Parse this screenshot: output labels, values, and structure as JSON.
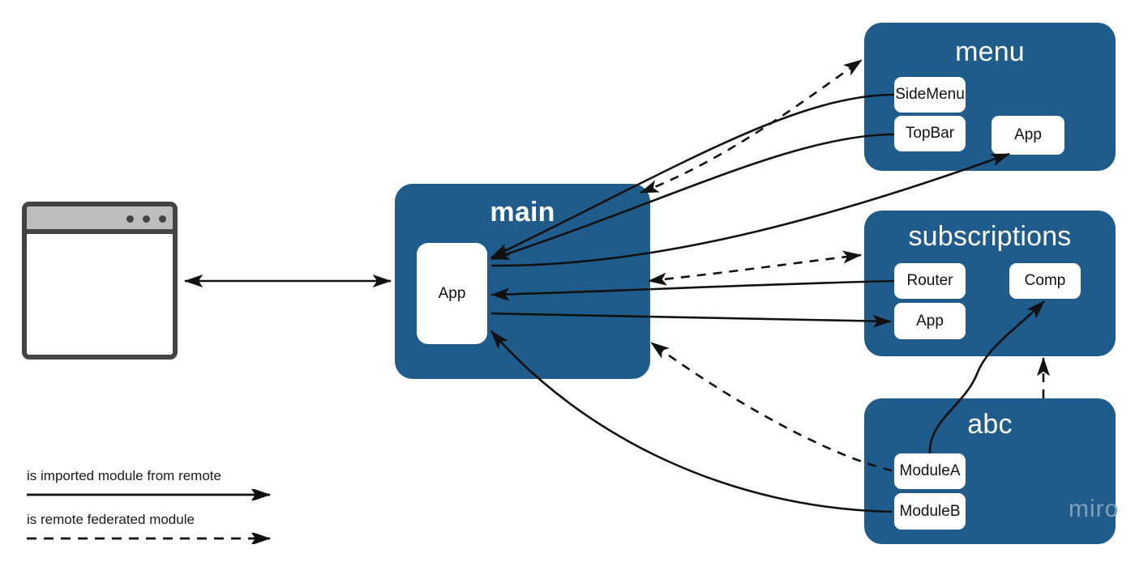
{
  "diagram": {
    "title_bold_module": "main",
    "colors": {
      "module_blue": "#1f5c8b",
      "leaf_white": "#ffffff",
      "edge_black": "#111111",
      "browser_frame": "#444444",
      "browser_titlebar": "#bdbdbd",
      "watermark": "#7f9fbb"
    }
  },
  "browser": {
    "name": "browser-window",
    "dots": [
      "dot-1",
      "dot-2",
      "dot-3"
    ]
  },
  "modules": [
    {
      "id": "main",
      "title": "main",
      "bold": true,
      "leaves": [
        {
          "id": "main-app",
          "label": "App"
        }
      ]
    },
    {
      "id": "menu",
      "title": "menu",
      "bold": false,
      "leaves": [
        {
          "id": "menu-sidemenu",
          "label": "SideMenu"
        },
        {
          "id": "menu-topbar",
          "label": "TopBar"
        },
        {
          "id": "menu-app",
          "label": "App"
        }
      ]
    },
    {
      "id": "subscriptions",
      "title": "subscriptions",
      "bold": false,
      "leaves": [
        {
          "id": "subscriptions-router",
          "label": "Router"
        },
        {
          "id": "subscriptions-app",
          "label": "App"
        },
        {
          "id": "subscriptions-comp",
          "label": "Comp"
        }
      ]
    },
    {
      "id": "abc",
      "title": "abc",
      "bold": false,
      "leaves": [
        {
          "id": "abc-modulea",
          "label": "ModuleA"
        },
        {
          "id": "abc-moduleb",
          "label": "ModuleB"
        }
      ]
    }
  ],
  "legend": {
    "solid": {
      "label": "is imported module from remote",
      "style": "solid"
    },
    "dashed": {
      "label": "is remote federated module",
      "style": "dashed"
    }
  },
  "watermark": {
    "text": "miro"
  }
}
